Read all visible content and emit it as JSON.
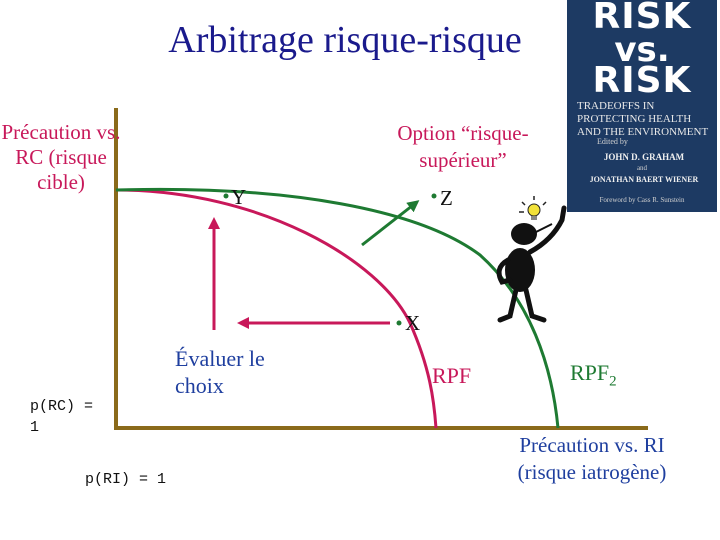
{
  "title": "Arbitrage risque-risque",
  "y_axis_label": "Précaution vs. RC (risque cible)",
  "x_axis_label": "Précaution vs. RI (risque iatrogène)",
  "y_intercept_label": "p(RC) = 1",
  "x_intercept_label": "p(RI) = 1",
  "option_label": "Option “risque-supérieur”",
  "evaluate_label": "Évaluer le choix",
  "curves": {
    "rpf": "RPF",
    "rpf2_base": "RPF",
    "rpf2_sub": "2"
  },
  "points": {
    "y": "Y",
    "z": "Z",
    "x": "X"
  },
  "book": {
    "title_line1": "RISK",
    "title_line2": "vs.",
    "title_line3": "RISK",
    "subtitle": "Tradeoffs in Protecting Health and the Environment",
    "edited_by": "Edited by",
    "author1": "John D. Graham",
    "and": "and",
    "author2": "Jonathan Baert Wiener",
    "foreword": "Foreword by Cass R. Sunstein"
  },
  "colors": {
    "title": "#1a1a8c",
    "axis": "#8a6a1a",
    "rpf_curve": "#c8185a",
    "rpf2_curve": "#1e7a32",
    "arrow": "#c8185a",
    "option_arrow": "#1e7a32",
    "book_background": "#1d3a63"
  }
}
